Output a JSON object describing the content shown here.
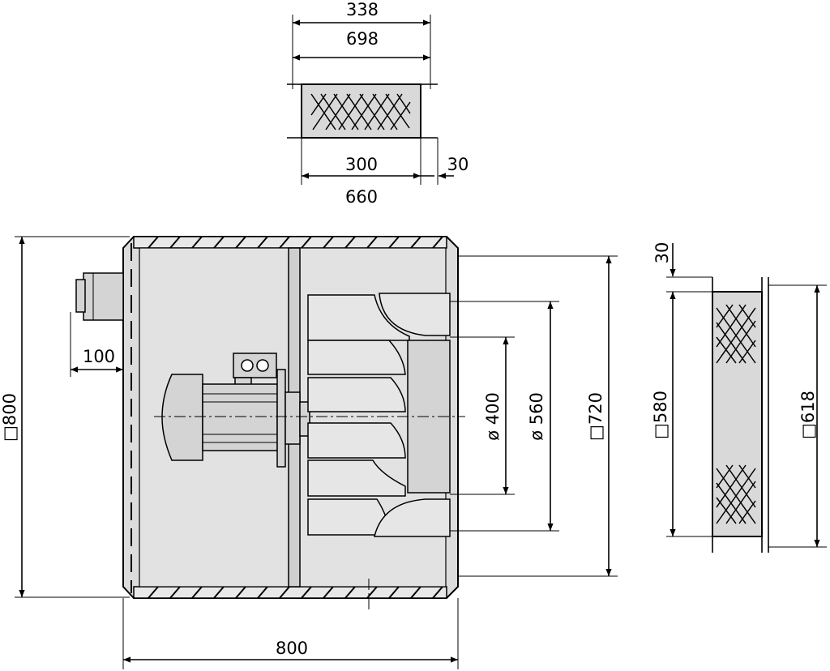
{
  "top_view": {
    "dim_outer_top": "338",
    "dim_outer_second": "698",
    "dim_inner_width": "300",
    "dim_flange": "30",
    "dim_bottom_total": "660"
  },
  "front_view": {
    "dim_height_total": "□800",
    "dim_motor_offset": "100",
    "dim_width_total": "800",
    "dim_inlet_inner": "ø 400",
    "dim_inlet_outer": "ø 560",
    "dim_opening": "□720"
  },
  "side_view": {
    "dim_flange": "30",
    "dim_inner": "□580",
    "dim_outer": "□618"
  }
}
